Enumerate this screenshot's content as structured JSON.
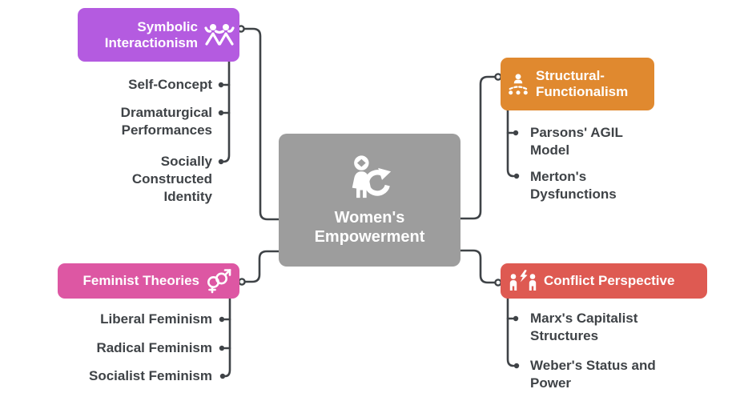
{
  "root": {
    "label": "Women's Empowerment",
    "color": "#9d9d9d",
    "icon": "person-refresh-icon"
  },
  "branches": [
    {
      "label": "Symbolic Interactionism",
      "color": "#b45be0",
      "icon": "people-group-icon",
      "children": [
        "Self-Concept",
        "Dramaturgical Performances",
        "Socially Constructed Identity"
      ]
    },
    {
      "label": "Structural-Functionalism",
      "color": "#e0892f",
      "icon": "hierarchy-icon",
      "children": [
        "Parsons' AGIL Model",
        "Merton's Dysfunctions"
      ]
    },
    {
      "label": "Feminist Theories",
      "color": "#dd57a3",
      "icon": "gender-symbols-icon",
      "children": [
        "Liberal Feminism",
        "Radical Feminism",
        "Socialist Feminism"
      ]
    },
    {
      "label": "Conflict Perspective",
      "color": "#de5a52",
      "icon": "people-conflict-icon",
      "children": [
        "Marx's Capitalist Structures",
        "Weber's Status and Power"
      ]
    }
  ],
  "connector_color": "#3f4347",
  "leaf_text_color": "#3f4347",
  "background_color": "#ffffff"
}
